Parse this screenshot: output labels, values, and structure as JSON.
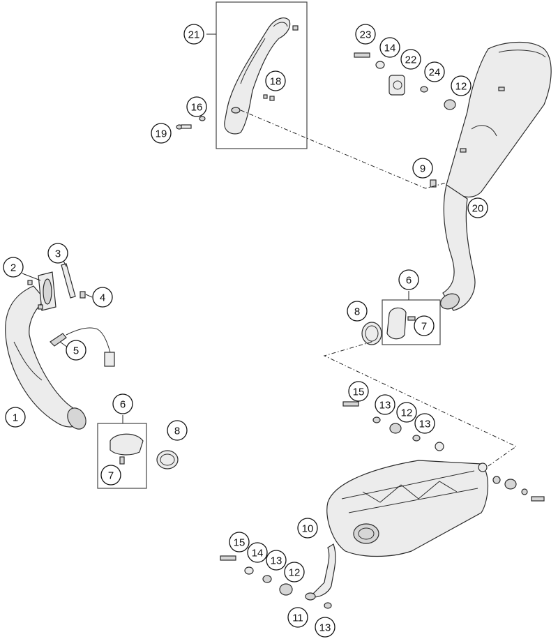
{
  "diagram": {
    "type": "exploded-parts-diagram",
    "subject": "exhaust system",
    "callouts": [
      {
        "label": "1"
      },
      {
        "label": "2"
      },
      {
        "label": "3"
      },
      {
        "label": "4"
      },
      {
        "label": "5"
      },
      {
        "label": "6"
      },
      {
        "label": "7"
      },
      {
        "label": "8"
      },
      {
        "label": "6"
      },
      {
        "label": "7"
      },
      {
        "label": "8"
      },
      {
        "label": "9"
      },
      {
        "label": "10"
      },
      {
        "label": "11"
      },
      {
        "label": "12"
      },
      {
        "label": "12"
      },
      {
        "label": "12"
      },
      {
        "label": "13"
      },
      {
        "label": "13"
      },
      {
        "label": "13"
      },
      {
        "label": "13"
      },
      {
        "label": "14"
      },
      {
        "label": "14"
      },
      {
        "label": "15"
      },
      {
        "label": "15"
      },
      {
        "label": "16"
      },
      {
        "label": "18"
      },
      {
        "label": "19"
      },
      {
        "label": "20"
      },
      {
        "label": "21"
      },
      {
        "label": "22"
      },
      {
        "label": "23"
      },
      {
        "label": "24"
      }
    ]
  }
}
